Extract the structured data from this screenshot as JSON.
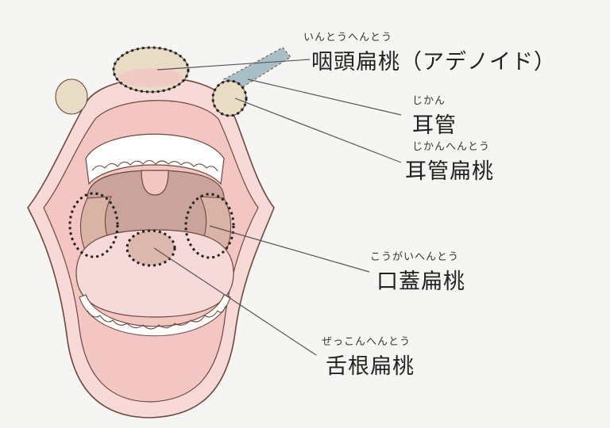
{
  "labels": {
    "adenoid": {
      "reading": "いんとうへんとう",
      "text": "咽頭扁桃（アデノイド）"
    },
    "eustachian_tube": {
      "reading": "じかん",
      "text": "耳管"
    },
    "tubal_tonsil": {
      "reading": "じかんへんとう",
      "text": "耳管扁桃"
    },
    "palatine_tonsil": {
      "reading": "こうがいへんとう",
      "text": "口蓋扁桃"
    },
    "lingual_tonsil": {
      "reading": "ぜっこんへんとう",
      "text": "舌根扁桃"
    }
  },
  "colors": {
    "background": "#f5f5f4",
    "outline": "#6b4a3a",
    "lips": "#f7d9d8",
    "lips_inner": "#f3c6c3",
    "throat": "#c9a39c",
    "tongue": "#f6dada",
    "tonsil": "#e8dcc4",
    "tube": "#a9bfc8",
    "leader_line": "#555555"
  }
}
